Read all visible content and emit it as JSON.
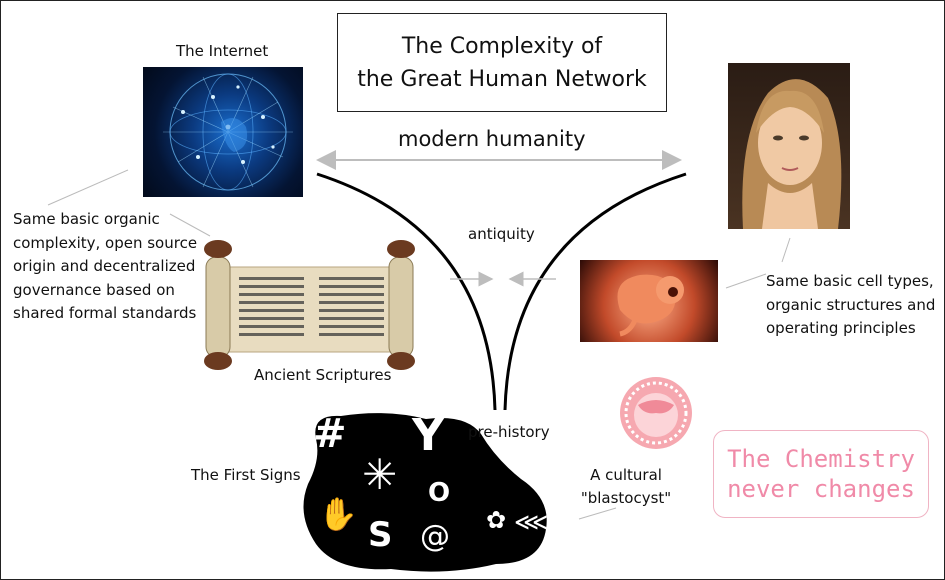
{
  "title": {
    "line1": "The Complexity of",
    "line2": "the Great Human Network"
  },
  "eras": {
    "modern": "modern humanity",
    "antiquity": "antiquity",
    "prehistory": "pre-history"
  },
  "left_side": {
    "internet_label": "The Internet",
    "comparison_text": [
      "Same basic organic",
      "complexity, open source",
      "origin and decentralized",
      "governance based on",
      "shared formal standards"
    ],
    "scriptures_label": "Ancient Scriptures",
    "signs_label": "The First Signs",
    "signs_glyphs": [
      "#",
      "Y",
      "✳",
      "O",
      "✋",
      "S",
      "@",
      "✿",
      "⋘"
    ]
  },
  "right_side": {
    "comparison_text": [
      "Same basic cell types,",
      "organic structures and",
      "operating principles"
    ],
    "blastocyst_label": [
      "A cultural",
      "\"blastocyst\""
    ]
  },
  "chemistry_note": {
    "line1": "The Chemistry",
    "line2": "never changes"
  },
  "colors": {
    "chemistry_pink": "#f08aa8",
    "network_blue": "#1e88ff",
    "embryo_orange": "#e8683a"
  }
}
